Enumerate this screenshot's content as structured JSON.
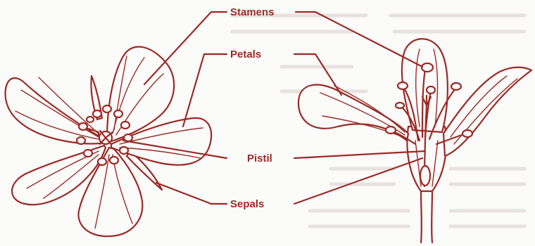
{
  "colors": {
    "ink": "#9b2a27",
    "paper": "#fbfbf9",
    "bleed": "#e7e2df"
  },
  "labels": {
    "stamens": "Stamens",
    "petals": "Petals",
    "pistil": "Pistil",
    "sepals": "Sepals"
  }
}
